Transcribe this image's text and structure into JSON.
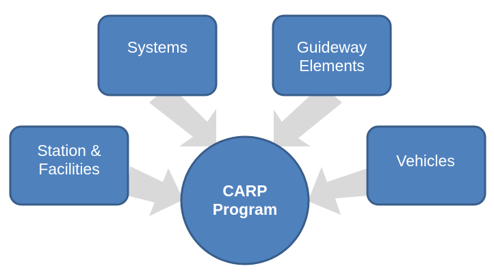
{
  "colors": {
    "node_fill": "#4f81bd",
    "node_border": "#385d8a",
    "arrow_fill": "#d9d9d9",
    "text": "#ffffff"
  },
  "center": {
    "line1": "CARP",
    "line2": "Program"
  },
  "nodes": {
    "systems": {
      "line1": "Systems"
    },
    "guideway": {
      "line1": "Guideway",
      "line2": "Elements"
    },
    "station": {
      "line1": "Station &",
      "line2": "Facilities"
    },
    "vehicles": {
      "line1": "Vehicles"
    }
  }
}
